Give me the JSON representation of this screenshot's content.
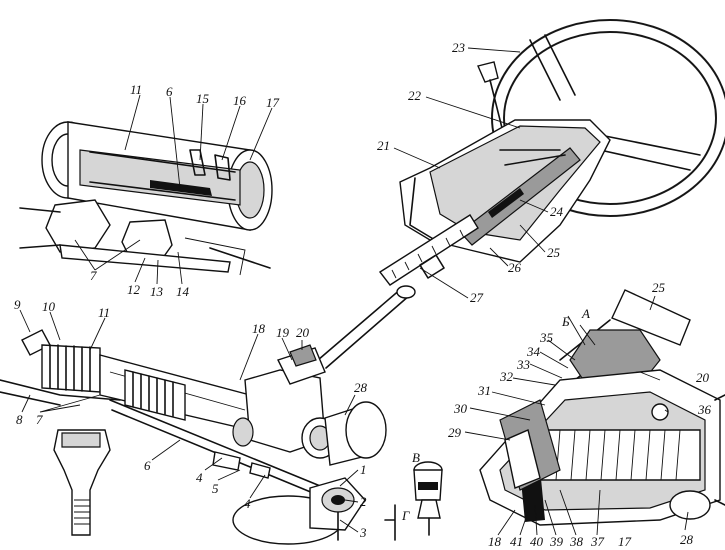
{
  "diagram": {
    "labels": [
      {
        "id": "l23",
        "text": "23"
      },
      {
        "id": "l22",
        "text": "22"
      },
      {
        "id": "l21",
        "text": "21"
      },
      {
        "id": "l24",
        "text": "24"
      },
      {
        "id": "l25a",
        "text": "25"
      },
      {
        "id": "l26",
        "text": "26"
      },
      {
        "id": "l27",
        "text": "27"
      },
      {
        "id": "l11a",
        "text": "11"
      },
      {
        "id": "l6a",
        "text": "6"
      },
      {
        "id": "l15",
        "text": "15"
      },
      {
        "id": "l16",
        "text": "16"
      },
      {
        "id": "l17a",
        "text": "17"
      },
      {
        "id": "l7a",
        "text": "7"
      },
      {
        "id": "l12",
        "text": "12"
      },
      {
        "id": "l13",
        "text": "13"
      },
      {
        "id": "l14",
        "text": "14"
      },
      {
        "id": "l9",
        "text": "9"
      },
      {
        "id": "l10",
        "text": "10"
      },
      {
        "id": "l11b",
        "text": "11"
      },
      {
        "id": "l18a",
        "text": "18"
      },
      {
        "id": "l19",
        "text": "19"
      },
      {
        "id": "l20a",
        "text": "20"
      },
      {
        "id": "l28a",
        "text": "28"
      },
      {
        "id": "l8",
        "text": "8"
      },
      {
        "id": "l7b",
        "text": "7"
      },
      {
        "id": "l6b",
        "text": "6"
      },
      {
        "id": "l4a",
        "text": "4"
      },
      {
        "id": "l5",
        "text": "5"
      },
      {
        "id": "l4b",
        "text": "4"
      },
      {
        "id": "l1",
        "text": "1"
      },
      {
        "id": "l2",
        "text": "2"
      },
      {
        "id": "l3",
        "text": "3"
      },
      {
        "id": "lV",
        "text": "В"
      },
      {
        "id": "lG",
        "text": "Г"
      },
      {
        "id": "l25b",
        "text": "25"
      },
      {
        "id": "lA",
        "text": "А"
      },
      {
        "id": "lB",
        "text": "Б"
      },
      {
        "id": "l35",
        "text": "35"
      },
      {
        "id": "l34",
        "text": "34"
      },
      {
        "id": "l33",
        "text": "33"
      },
      {
        "id": "l32",
        "text": "32"
      },
      {
        "id": "l31",
        "text": "31"
      },
      {
        "id": "l30",
        "text": "30"
      },
      {
        "id": "l29",
        "text": "29"
      },
      {
        "id": "l20b",
        "text": "20"
      },
      {
        "id": "l36",
        "text": "36"
      },
      {
        "id": "l28b",
        "text": "28"
      },
      {
        "id": "l18b",
        "text": "18"
      },
      {
        "id": "l41",
        "text": "41"
      },
      {
        "id": "l40",
        "text": "40"
      },
      {
        "id": "l39",
        "text": "39"
      },
      {
        "id": "l38",
        "text": "38"
      },
      {
        "id": "l37",
        "text": "37"
      },
      {
        "id": "l17b",
        "text": "17"
      }
    ]
  }
}
